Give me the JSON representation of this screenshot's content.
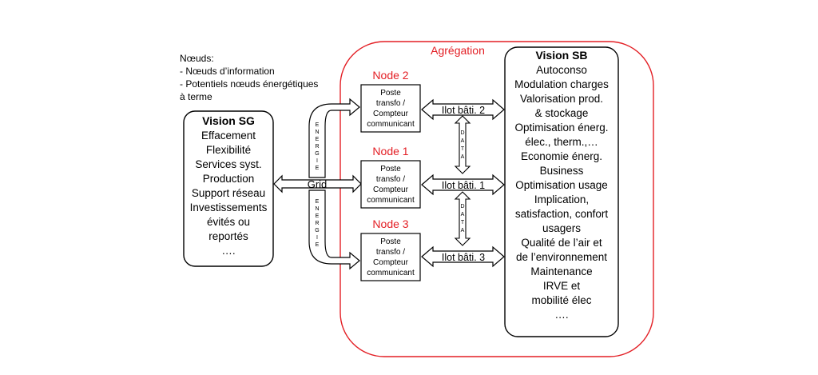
{
  "notes": {
    "title": "Nœuds:",
    "lines": [
      "- Nœuds d’information",
      "- Potentiels nœuds énergétiques",
      "à terme"
    ]
  },
  "aggregation_label": "Agrégation",
  "colors": {
    "aggregation": "#e31e24",
    "node_label": "#e31e24",
    "stroke": "#000000"
  },
  "vision_sg": {
    "title": "Vision SG",
    "items": [
      "Effacement",
      "Flexibilité",
      "Services syst.",
      "Production",
      "Support réseau",
      "Investissements",
      "évités ou",
      "reportés",
      "…."
    ]
  },
  "vision_sb": {
    "title": "Vision SB",
    "items": [
      "Autoconso",
      "Modulation charges",
      "Valorisation prod.",
      "& stockage",
      "Optimisation énerg.",
      "élec., therm.,…",
      "Economie énerg.",
      "Business",
      "Optimisation usage",
      "Implication,",
      "satisfaction, confort",
      "usagers",
      "Qualité de l’air et",
      "de l’environnement",
      "Maintenance",
      "IRVE et",
      "mobilité élec",
      "…."
    ]
  },
  "grid_label": "Grid",
  "energie_vertical": [
    "E",
    "N",
    "E",
    "R",
    "G",
    "I",
    "E"
  ],
  "data_vertical": [
    "D",
    "A",
    "T",
    "A"
  ],
  "nodes": [
    {
      "label": "Node 2",
      "box": [
        "Poste",
        "transfo /",
        "Compteur",
        "communicant"
      ],
      "ilot": "Ilot bâti. 2"
    },
    {
      "label": "Node 1",
      "box": [
        "Poste",
        "transfo /",
        "Compteur",
        "communicant"
      ],
      "ilot": "Ilot bâti. 1"
    },
    {
      "label": "Node 3",
      "box": [
        "Poste",
        "transfo /",
        "Compteur",
        "communicant"
      ],
      "ilot": "Ilot bâti. 3"
    }
  ]
}
